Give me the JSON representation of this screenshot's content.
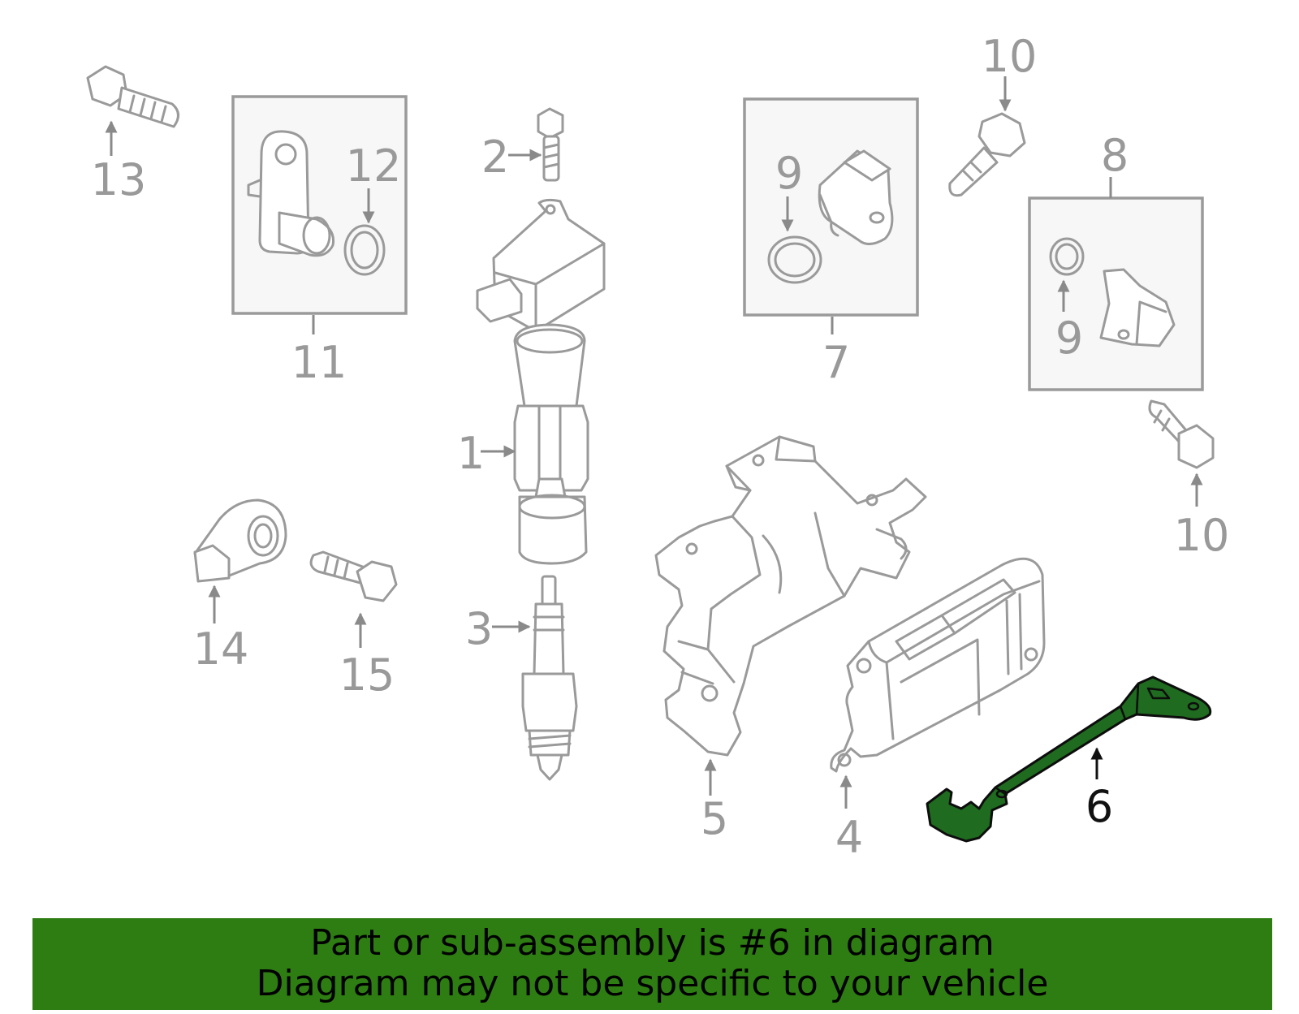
{
  "callouts": {
    "c1": "1",
    "c2": "2",
    "c3": "3",
    "c4": "4",
    "c5": "5",
    "c6": "6",
    "c7": "7",
    "c8": "8",
    "c9a": "9",
    "c9b": "9",
    "c10a": "10",
    "c10b": "10",
    "c11": "11",
    "c12": "12",
    "c13": "13",
    "c14": "14",
    "c15": "15"
  },
  "highlighted_part": "6",
  "colors": {
    "highlight": "#1f6b1f",
    "banner": "#2e7d12",
    "parts_stroke": "#9a9a9a",
    "callout_text": "#999999"
  },
  "banner": {
    "line1": "Part or sub-assembly is #6 in diagram",
    "line2": "Diagram may not be specific to your vehicle"
  }
}
